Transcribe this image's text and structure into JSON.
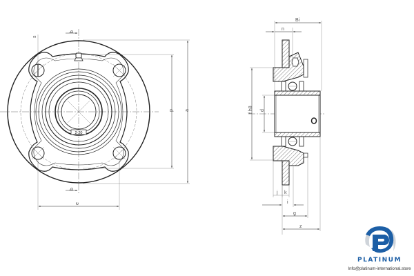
{
  "drawing": {
    "title": "Flanged bearing unit (round flange, 4-bolt) technical drawing",
    "views": {
      "front": {
        "dimension_labels": {
          "s": "s",
          "b_top": "b",
          "b_bottom": "b",
          "p": "p",
          "a": "a",
          "e": "e"
        },
        "marking_text": "2-20"
      },
      "side_section": {
        "dimension_labels": {
          "Bi": "Bi",
          "n": "n",
          "f_h8": "f h8",
          "d": "d",
          "j": "j",
          "k": "k",
          "i": "i",
          "g": "g",
          "z": "z"
        }
      }
    },
    "colors": {
      "line": "#222222",
      "thin_line": "#555555",
      "hatch": "#444444"
    }
  },
  "logo": {
    "brand": "PLATINUM",
    "email": "Info@platinum-international.store",
    "colors": {
      "primary": "#1d5fa6",
      "secondary": "#cfd4da"
    }
  }
}
